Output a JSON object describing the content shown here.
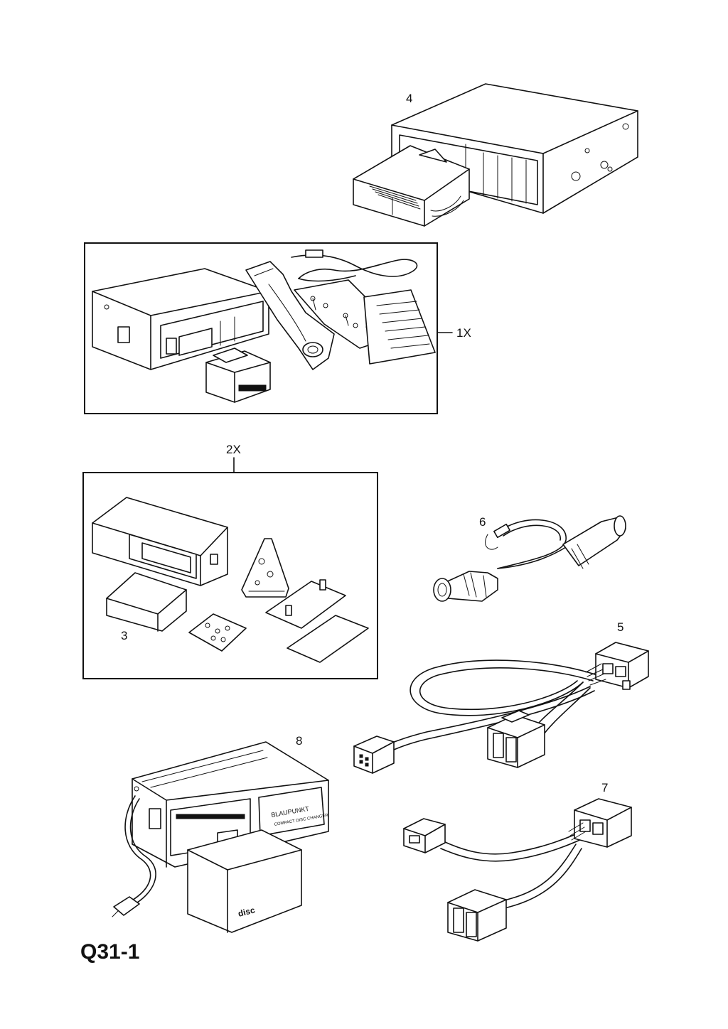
{
  "diagram": {
    "code": "Q31-1",
    "callouts": {
      "item_4": "4",
      "item_1x": "1X",
      "item_2x": "2X",
      "item_3": "3",
      "item_6": "6",
      "item_5": "5",
      "item_8": "8",
      "item_7": "7"
    },
    "changer_brand": "BLAUPUNKT",
    "changer_model": "COMPACT DISC CHANGER",
    "magazine_label": "disc"
  }
}
